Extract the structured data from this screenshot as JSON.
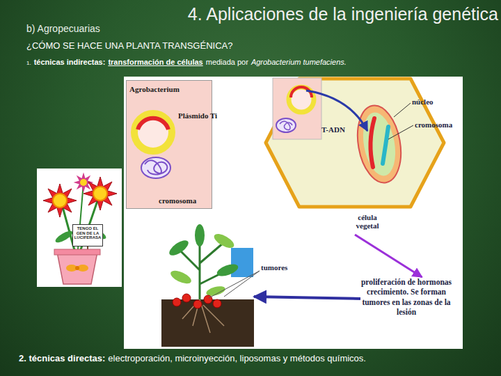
{
  "diagram": {
    "title": "4. Aplicaciones de la ingeniería genética",
    "nodes": [
      {
        "text": [
          "Agrobacterium",
          "Plásmido Ti",
          "cromosoma"
        ]
      },
      {
        "text": [
          "T-ADN",
          "núcleo",
          "cromosoma",
          "célula vegetal"
        ]
      },
      {
        "text": [
          "TENGO EL GEN DE LA LUCIFERASA"
        ]
      },
      {
        "text": [
          "tumores"
        ]
      },
      {
        "text": [
          "proliferación de hormonas crecimiento. Se forman tumores en las zonas de la lesión"
        ]
      }
    ],
    "edges": [
      {
        "from": 1,
        "to": 4,
        "arrow": "to"
      },
      {
        "from": 4,
        "to": 3,
        "arrow": "to"
      }
    ],
    "labels": [
      "b) Agropecuarias",
      "¿CÓMO SE HACE UNA PLANTA TRANSGÉNICA?",
      "1.",
      "técnicas indirectas:",
      "transformación de células",
      "mediada por",
      "Agrobacterium tumefaciens.",
      "2. técnicas directas:",
      "electroporación, microinyección, liposomas y métodos químicos."
    ]
  }
}
